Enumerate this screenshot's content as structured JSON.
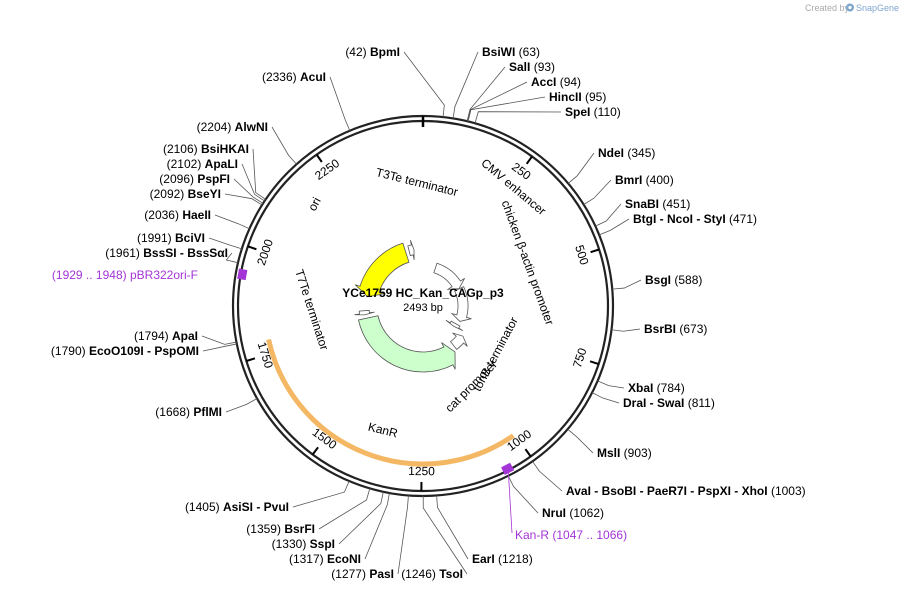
{
  "title": "YCe1759 HC_Kan_CAGp_p3",
  "length_label": "2493 bp",
  "credit": {
    "created_by": "Created by",
    "brand": "SnapGene"
  },
  "icons": {
    "snapgene_logo": "snapgene-logo-icon"
  },
  "colors": {
    "ori": "#ffff00",
    "kanr": "#ccffcc",
    "kanr_highlight": "#f0a030",
    "primer": "#a335d6",
    "backbone": "#222222"
  },
  "total_bp": 2493,
  "ticks": [
    {
      "bp": 250,
      "label": "250"
    },
    {
      "bp": 500,
      "label": "500"
    },
    {
      "bp": 750,
      "label": "750"
    },
    {
      "bp": 1000,
      "label": "1000"
    },
    {
      "bp": 1250,
      "label": "1250"
    },
    {
      "bp": 1500,
      "label": "1500"
    },
    {
      "bp": 1750,
      "label": "1750"
    },
    {
      "bp": 2000,
      "label": "2000"
    },
    {
      "bp": 2250,
      "label": "2250"
    }
  ],
  "features": [
    {
      "name": "ori",
      "label": "ori",
      "start": 1935,
      "end": 2370,
      "strand": -1,
      "style": "ori"
    },
    {
      "name": "kanr",
      "label": "KanR",
      "start": 1005,
      "end": 1785,
      "strand": -1,
      "style": "kanr"
    },
    {
      "name": "cmv-enhancer",
      "label": "CMV enhancer",
      "start": 125,
      "end": 445,
      "strand": 1,
      "style": "white"
    },
    {
      "name": "cba-promoter",
      "label": "chicken β-actin promoter",
      "start": 447,
      "end": 780,
      "strand": 1,
      "style": "white"
    },
    {
      "name": "tonb-terminator",
      "label": "tonB terminator",
      "start": 820,
      "end": 855,
      "strand": 1,
      "style": "white"
    },
    {
      "name": "cat-promoter",
      "label": "cat promoter",
      "start": 880,
      "end": 985,
      "strand": -1,
      "style": "white"
    },
    {
      "name": "t7te-terminator",
      "label": "T7Te terminator",
      "start": 1810,
      "end": 1838,
      "strand": -1,
      "style": "white"
    },
    {
      "name": "t3te-terminator",
      "label": "T3Te terminator",
      "start": 2395,
      "end": 2430,
      "strand": 1,
      "style": "white"
    }
  ],
  "enzymes": [
    {
      "pos": 42,
      "pos_label": "(42)",
      "names": "BpmI",
      "side": "left",
      "bind": "enzymes.0"
    },
    {
      "pos": 63,
      "pos_label": "(63)",
      "names": "BsiWI",
      "side": "right"
    },
    {
      "pos": 93,
      "pos_label": "(93)",
      "names": "SalI",
      "side": "right"
    },
    {
      "pos": 94,
      "pos_label": "(94)",
      "names": "AccI",
      "side": "right"
    },
    {
      "pos": 95,
      "pos_label": "(95)",
      "names": "HincII",
      "side": "right"
    },
    {
      "pos": 110,
      "pos_label": "(110)",
      "names": "SpeI",
      "side": "right"
    },
    {
      "pos": 345,
      "pos_label": "(345)",
      "names": "NdeI",
      "side": "right"
    },
    {
      "pos": 400,
      "pos_label": "(400)",
      "names": "BmrI",
      "side": "right"
    },
    {
      "pos": 451,
      "pos_label": "(451)",
      "names": "SnaBI",
      "side": "right"
    },
    {
      "pos": 471,
      "pos_label": "(471)",
      "names": "BtgI  -  NcoI  -  StyI",
      "side": "right"
    },
    {
      "pos": 588,
      "pos_label": "(588)",
      "names": "BsgI",
      "side": "right"
    },
    {
      "pos": 673,
      "pos_label": "(673)",
      "names": "BsrBI",
      "side": "right"
    },
    {
      "pos": 784,
      "pos_label": "(784)",
      "names": "XbaI",
      "side": "right"
    },
    {
      "pos": 811,
      "pos_label": "(811)",
      "names": "DraI  -  SwaI",
      "side": "right"
    },
    {
      "pos": 903,
      "pos_label": "(903)",
      "names": "MslI",
      "side": "right"
    },
    {
      "pos": 1003,
      "pos_label": "(1003)",
      "names": "AvaI  -  BsoBI  -  PaeR7I  -  PspXI  -  XhoI",
      "side": "right"
    },
    {
      "pos": 1062,
      "pos_label": "(1062)",
      "names": "NruI",
      "side": "right"
    },
    {
      "pos": 1218,
      "pos_label": "(1218)",
      "names": "EarI",
      "side": "right"
    },
    {
      "pos": 1246,
      "pos_label": "(1246)",
      "names": "TsoI",
      "side": "left"
    },
    {
      "pos": 1277,
      "pos_label": "(1277)",
      "names": "PasI",
      "side": "left"
    },
    {
      "pos": 1317,
      "pos_label": "(1317)",
      "names": "EcoNI",
      "side": "left"
    },
    {
      "pos": 1330,
      "pos_label": "(1330)",
      "names": "SspI",
      "side": "left"
    },
    {
      "pos": 1359,
      "pos_label": "(1359)",
      "names": "BsrFI",
      "side": "left"
    },
    {
      "pos": 1405,
      "pos_label": "(1405)",
      "names": "AsiSI  -  PvuI",
      "side": "left"
    },
    {
      "pos": 1668,
      "pos_label": "(1668)",
      "names": "PflMI",
      "side": "left"
    },
    {
      "pos": 1790,
      "pos_label": "(1790)",
      "names": "EcoO109I  -  PspOMI",
      "side": "left"
    },
    {
      "pos": 1794,
      "pos_label": "(1794)",
      "names": "ApaI",
      "side": "left"
    },
    {
      "pos": 1961,
      "pos_label": "(1961)",
      "names": "BssSI  -  BssSαI",
      "side": "left"
    },
    {
      "pos": 1991,
      "pos_label": "(1991)",
      "names": "BciVI",
      "side": "left"
    },
    {
      "pos": 2036,
      "pos_label": "(2036)",
      "names": "HaeII",
      "side": "left"
    },
    {
      "pos": 2092,
      "pos_label": "(2092)",
      "names": "BseYI",
      "side": "left"
    },
    {
      "pos": 2096,
      "pos_label": "(2096)",
      "names": "PspFI",
      "side": "left"
    },
    {
      "pos": 2102,
      "pos_label": "(2102)",
      "names": "ApaLI",
      "side": "left"
    },
    {
      "pos": 2106,
      "pos_label": "(2106)",
      "names": "BsiHKAI",
      "side": "left"
    },
    {
      "pos": 2204,
      "pos_label": "(2204)",
      "names": "AlwNI",
      "side": "left"
    },
    {
      "pos": 2336,
      "pos_label": "(2336)",
      "names": "AcuI",
      "side": "left"
    }
  ],
  "primers": [
    {
      "name": "pBR322ori-F",
      "label": "pBR322ori-F",
      "range_label": "(1929 .. 1948)",
      "start": 1929,
      "end": 1948,
      "side": "left"
    },
    {
      "name": "Kan-R",
      "label": "Kan-R",
      "range_label": "(1047 .. 1066)",
      "start": 1047,
      "end": 1066,
      "side": "right"
    }
  ]
}
